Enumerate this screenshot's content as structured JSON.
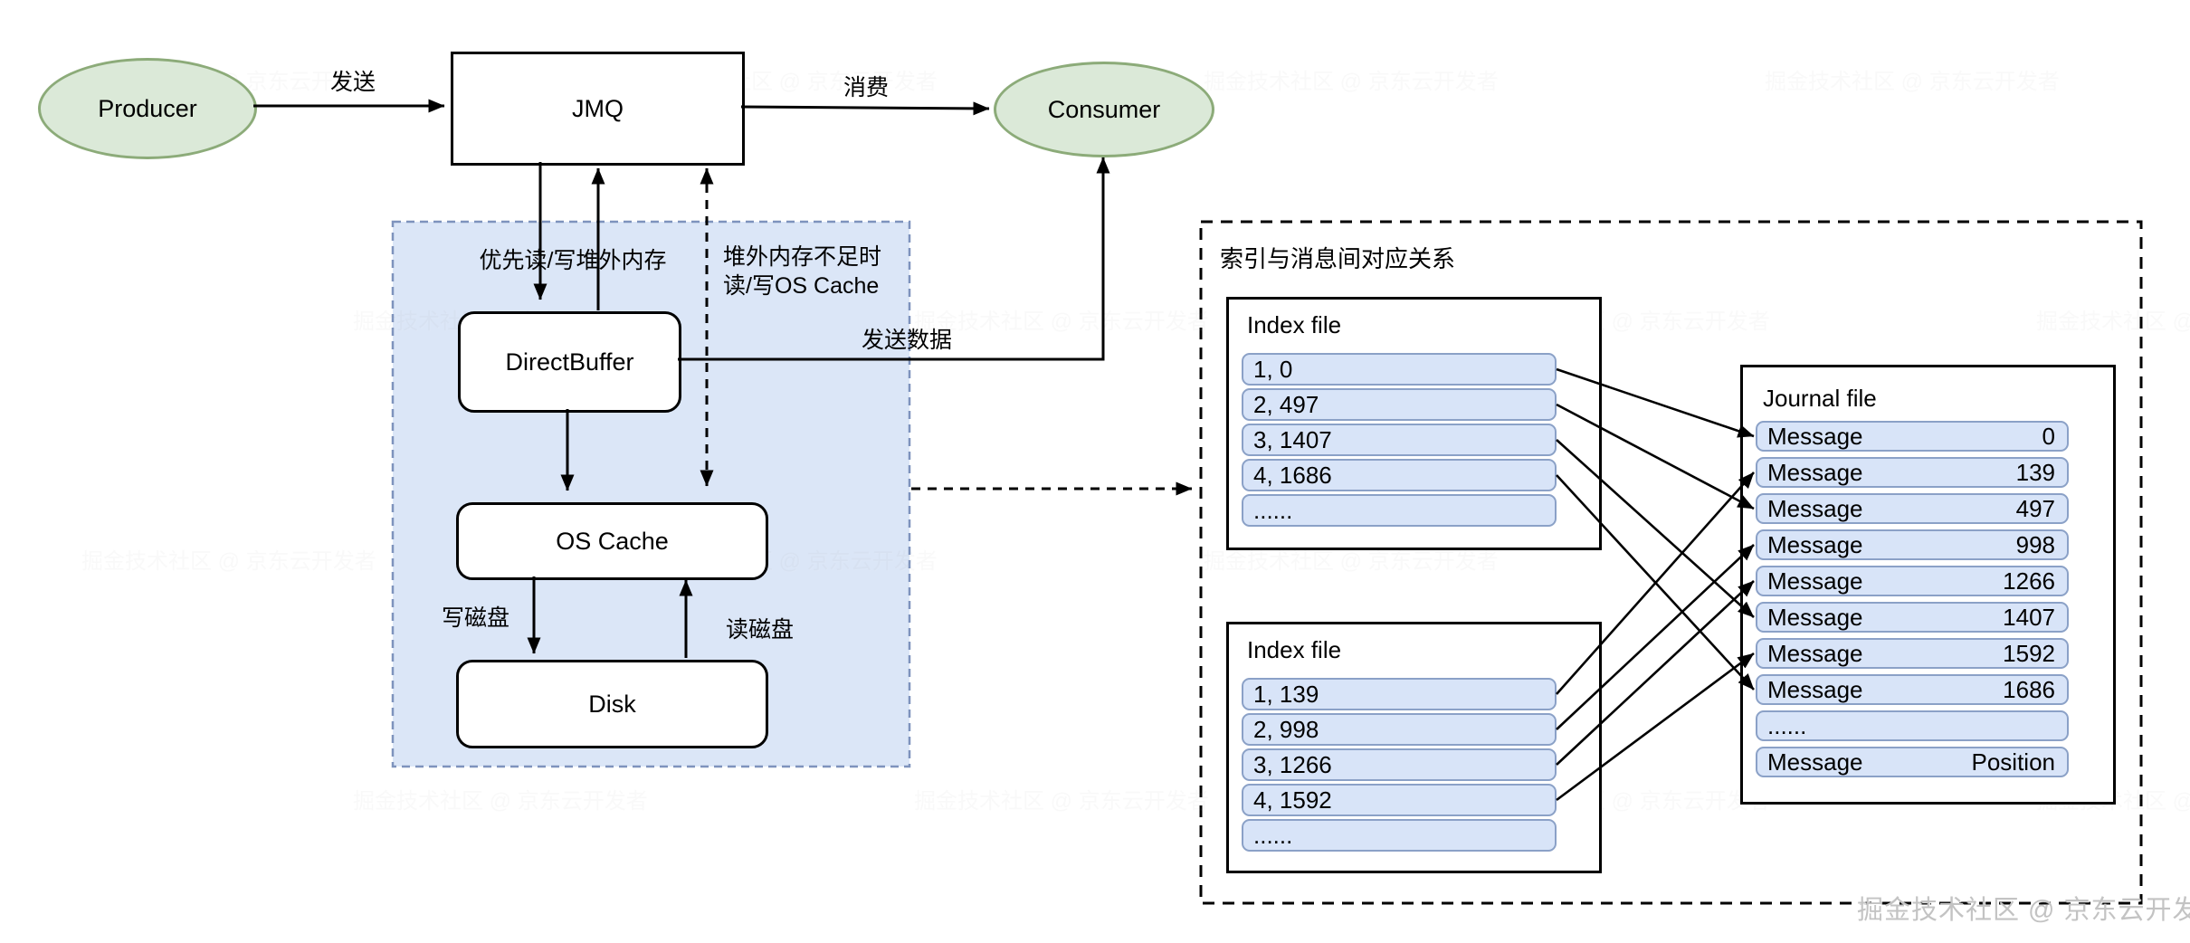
{
  "nodes": {
    "producer": "Producer",
    "jmq": "JMQ",
    "consumer": "Consumer",
    "direct_buffer": "DirectBuffer",
    "os_cache": "OS Cache",
    "disk": "Disk"
  },
  "edge_labels": {
    "send": "发送",
    "consume": "消费",
    "prefer_offheap": "优先读/写堆外内存",
    "offheap_insufficient_line1": "堆外内存不足时",
    "offheap_insufficient_line2": "读/写OS Cache",
    "send_data": "发送数据",
    "write_disk": "写磁盘",
    "read_disk": "读磁盘"
  },
  "right_panel": {
    "title": "索引与消息间对应关系",
    "index_files": [
      {
        "title": "Index file",
        "rows": [
          "1, 0",
          "2, 497",
          "3, 1407",
          "4, 1686",
          "......"
        ]
      },
      {
        "title": "Index file",
        "rows": [
          "1, 139",
          "2, 998",
          "3, 1266",
          "4, 1592",
          "......"
        ]
      }
    ],
    "journal": {
      "title": "Journal file",
      "rows": [
        {
          "label": "Message",
          "position": "0"
        },
        {
          "label": "Message",
          "position": "139"
        },
        {
          "label": "Message",
          "position": "497"
        },
        {
          "label": "Message",
          "position": "998"
        },
        {
          "label": "Message",
          "position": "1266"
        },
        {
          "label": "Message",
          "position": "1407"
        },
        {
          "label": "Message",
          "position": "1592"
        },
        {
          "label": "Message",
          "position": "1686"
        },
        {
          "label": "......",
          "position": ""
        },
        {
          "label": "Message",
          "position": "Position"
        }
      ]
    },
    "connections": [
      {
        "file": 0,
        "row": 0,
        "journal_row": 0
      },
      {
        "file": 0,
        "row": 1,
        "journal_row": 2
      },
      {
        "file": 0,
        "row": 2,
        "journal_row": 5
      },
      {
        "file": 0,
        "row": 3,
        "journal_row": 7
      },
      {
        "file": 1,
        "row": 0,
        "journal_row": 1
      },
      {
        "file": 1,
        "row": 1,
        "journal_row": 3
      },
      {
        "file": 1,
        "row": 2,
        "journal_row": 4
      },
      {
        "file": 1,
        "row": 3,
        "journal_row": 6
      }
    ]
  },
  "watermark": "掘金技术社区 @ 京东云开发者",
  "colors": {
    "node_green_fill": "#dbe9d8",
    "node_green_border": "#8cab79",
    "region_blue_fill": "#dbe6f7",
    "region_blue_border": "#7e93bd",
    "row_blue_fill": "#d8e4f8",
    "row_blue_border": "#8ba1c7",
    "line": "#000000",
    "watermark_gray": "#c3c3c3"
  }
}
